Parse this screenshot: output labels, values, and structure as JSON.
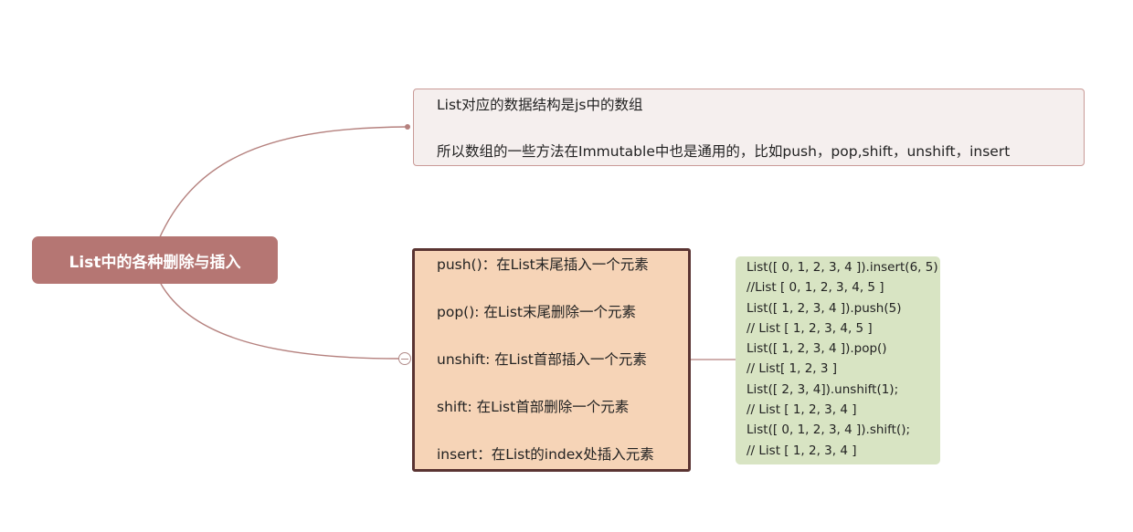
{
  "root": {
    "label": "List中的各种删除与插入"
  },
  "note": {
    "lines": [
      "List对应的数据结构是js中的数组",
      "所以数组的一些方法在Immutable中也是通用的，比如push，pop,shift，unshift，insert"
    ]
  },
  "methods": {
    "items": [
      "push()：在List末尾插入一个元素",
      "pop(): 在List末尾删除一个元素",
      "unshift: 在List首部插入一个元素",
      "shift: 在List首部删除一个元素",
      "insert：在List的index处插入元素"
    ]
  },
  "code": {
    "lines": [
      "List([ 0, 1, 2, 3, 4 ]).insert(6, 5)",
      "//List [ 0, 1, 2, 3, 4, 5 ]",
      "List([ 1, 2, 3, 4 ]).push(5)",
      "// List [ 1, 2, 3, 4, 5 ]",
      "List([ 1, 2, 3, 4 ]).pop()",
      "// List[ 1, 2, 3 ]",
      "List([ 2, 3, 4]).unshift(1);",
      "// List [ 1, 2, 3, 4 ]",
      "List([ 0, 1, 2, 3, 4 ]).shift();",
      "// List [ 1, 2, 3, 4 ]"
    ]
  },
  "colors": {
    "root_fill": "#b57673",
    "connector": "#b5817e",
    "note_fill": "#f5efee",
    "methods_fill": "#f6d4b7",
    "methods_border": "#5a3432",
    "code_fill": "#d8e4c3"
  }
}
